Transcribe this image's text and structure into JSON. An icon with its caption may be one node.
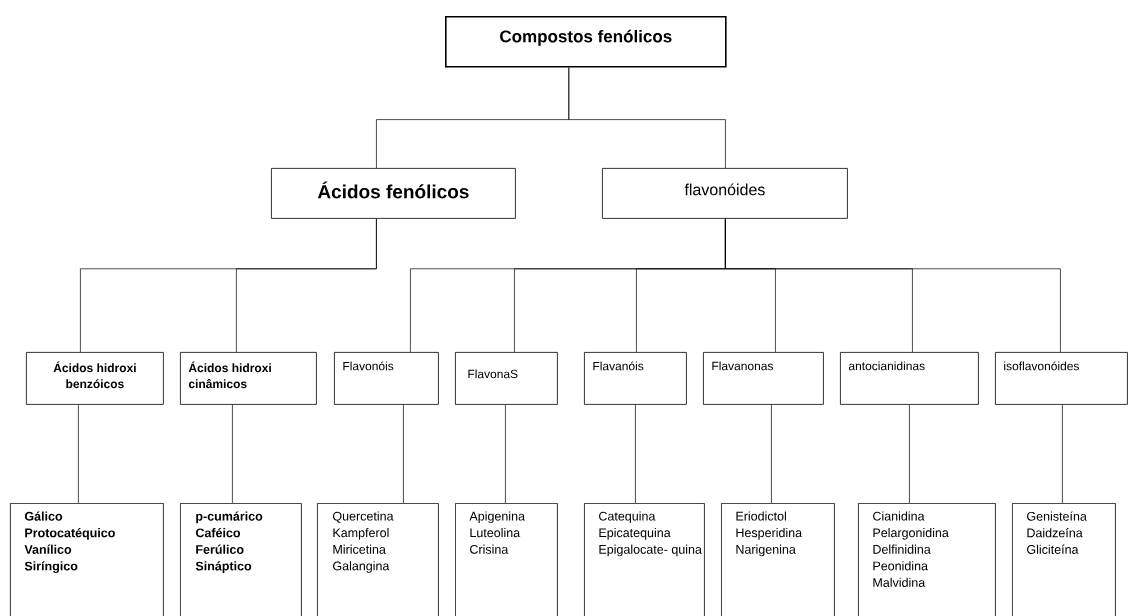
{
  "diagram": {
    "nodes": [
      {
        "text": [
          "Compostos fenólicos"
        ]
      },
      {
        "text": [
          "Ácidos fenólicos"
        ]
      },
      {
        "text": [
          "flavonóides"
        ]
      },
      {
        "text": [
          "Ácidos hidroxi benzóicos"
        ]
      },
      {
        "text": [
          "Ácidos hidroxi cinâmicos"
        ]
      },
      {
        "text": [
          "Flavonóis"
        ]
      },
      {
        "text": [
          "FlavonaS"
        ]
      },
      {
        "text": [
          "Flavanóis"
        ]
      },
      {
        "text": [
          "Flavanonas"
        ]
      },
      {
        "text": [
          "antocianidinas"
        ]
      },
      {
        "text": [
          "isoflavonóides"
        ]
      },
      {
        "text": [
          "Gálico",
          "Protocatéquico",
          "Vanílico",
          "Siríngico"
        ]
      },
      {
        "text": [
          "p-cumárico",
          "Caféico",
          "Ferúlico",
          "Sináptico"
        ]
      },
      {
        "text": [
          "Quercetina",
          "Kampferol",
          "Miricetina",
          "Galangina"
        ]
      },
      {
        "text": [
          "Apigenina",
          "Luteolina",
          "Crisina"
        ]
      },
      {
        "text": [
          "Catequina",
          "Epicatequina",
          "Epigalocate- quina"
        ]
      },
      {
        "text": [
          "Eriodictol",
          "Hesperidina",
          "Narigenina"
        ]
      },
      {
        "text": [
          "Cianidina",
          "Pelargonidina",
          "Delfinidina",
          "Peonidina",
          "Malvidina"
        ]
      },
      {
        "text": [
          "Genisteína",
          "Daidzeína",
          "Gliciteína"
        ]
      }
    ],
    "edges": [
      {
        "from": 0,
        "to": 1,
        "arrow": "none"
      },
      {
        "from": 0,
        "to": 2,
        "arrow": "none"
      },
      {
        "from": 1,
        "to": 3,
        "arrow": "none"
      },
      {
        "from": 1,
        "to": 4,
        "arrow": "none"
      },
      {
        "from": 2,
        "to": 5,
        "arrow": "none"
      },
      {
        "from": 2,
        "to": 6,
        "arrow": "none"
      },
      {
        "from": 2,
        "to": 7,
        "arrow": "none"
      },
      {
        "from": 2,
        "to": 8,
        "arrow": "none"
      },
      {
        "from": 2,
        "to": 9,
        "arrow": "none"
      },
      {
        "from": 2,
        "to": 10,
        "arrow": "none"
      },
      {
        "from": 3,
        "to": 11,
        "arrow": "none"
      },
      {
        "from": 4,
        "to": 12,
        "arrow": "none"
      },
      {
        "from": 5,
        "to": 13,
        "arrow": "none"
      },
      {
        "from": 6,
        "to": 14,
        "arrow": "none"
      },
      {
        "from": 7,
        "to": 15,
        "arrow": "none"
      },
      {
        "from": 8,
        "to": 16,
        "arrow": "none"
      },
      {
        "from": 9,
        "to": 17,
        "arrow": "none"
      },
      {
        "from": 10,
        "to": 18,
        "arrow": "none"
      }
    ]
  }
}
